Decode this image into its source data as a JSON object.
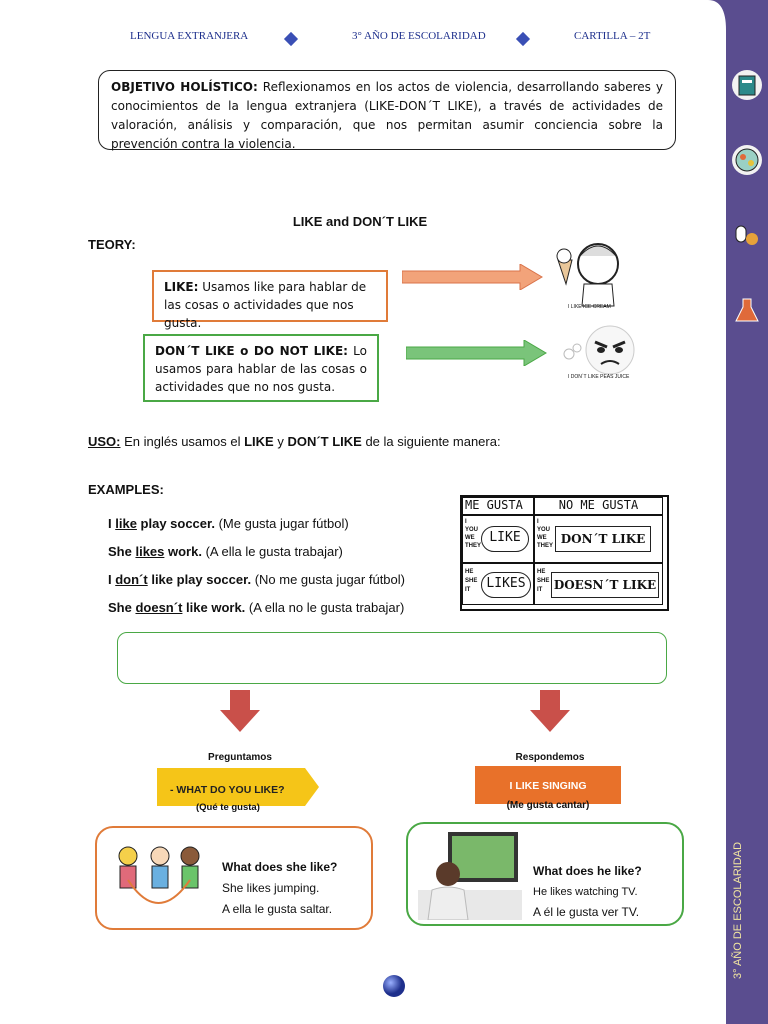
{
  "header": {
    "subject": "LENGUA EXTRANJERA",
    "grade": "3° AÑO DE ESCOLARIDAD",
    "booklet": "CARTILLA – 2T"
  },
  "objective": {
    "label": "OBJETIVO HOLÍSTICO:",
    "text": " Reflexionamos en los actos de violencia, desarrollando saberes y conocimientos de la lengua extranjera (LIKE-DON´T LIKE), a través de actividades de valoración, análisis y comparación, que nos permitan asumir conciencia sobre la prevención contra la violencia."
  },
  "section_title": "LIKE and DON´T LIKE",
  "theory_label": "TEORY:",
  "like_box": {
    "label": "LIKE:",
    "text": " Usamos like para hablar de las cosas o actividades que nos gusta."
  },
  "dont_box": {
    "label": "DON´T LIKE o DO NOT LIKE:",
    "text": " Lo usamos para hablar de las cosas o actividades que no nos gusta."
  },
  "like_caption": "I LIKE ICE CREAM",
  "dont_caption": "I DON´T LIKE PEAS JUICE",
  "uso": {
    "label": "USO:",
    "pre": " En inglés usamos el ",
    "like": "LIKE",
    "mid": " y ",
    "dont": "DON´T LIKE",
    "post": " de la siguiente manera:"
  },
  "examples_label": "EXAMPLES:",
  "examples": [
    {
      "a": "I ",
      "u": "like",
      "b": " play soccer.",
      "t": " (Me gusta jugar fútbol)"
    },
    {
      "a": "She ",
      "u": "likes",
      "b": " work.",
      "t": " (A ella le gusta trabajar)"
    },
    {
      "a": "I ",
      "u": "don´t",
      "b": " like play soccer.",
      "t": " (No me gusta jugar fútbol)"
    },
    {
      "a": "She ",
      "u": "doesn´t",
      "b": " like work.",
      "t": " (A ella no le gusta trabajar)"
    }
  ],
  "table": {
    "h1": "ME GUSTA",
    "h2": "NO ME GUSTA",
    "pron1": "I\nYOU\nWE\nTHEY",
    "pron2": "HE\nSHE\nIT",
    "like": "LIKE",
    "likes": "LIKES",
    "dont": "DON´T LIKE",
    "doesnt": "DOESN´T LIKE"
  },
  "ask": {
    "label": "Preguntamos",
    "q": "- WHAT DO YOU LIKE?",
    "qt": "(Qué te gusta)"
  },
  "answer": {
    "label": "Respondemos",
    "a": "I LIKE SINGING",
    "at": "(Me gusta cantar)"
  },
  "card1": {
    "q": "What does she like?",
    "a": "She likes jumping.",
    "t": "A ella le gusta saltar."
  },
  "card2": {
    "q": "What does he like?",
    "a": "He likes watching TV.",
    "t": "A él le gusta ver TV."
  },
  "side_label": "3° AÑO DE ESCOLARIDAD",
  "colors": {
    "orange": "#e07b39",
    "green": "#4aa845",
    "purple": "#5a4d8f",
    "yellow": "#f5c518",
    "arrow_red": "#c9504a"
  }
}
